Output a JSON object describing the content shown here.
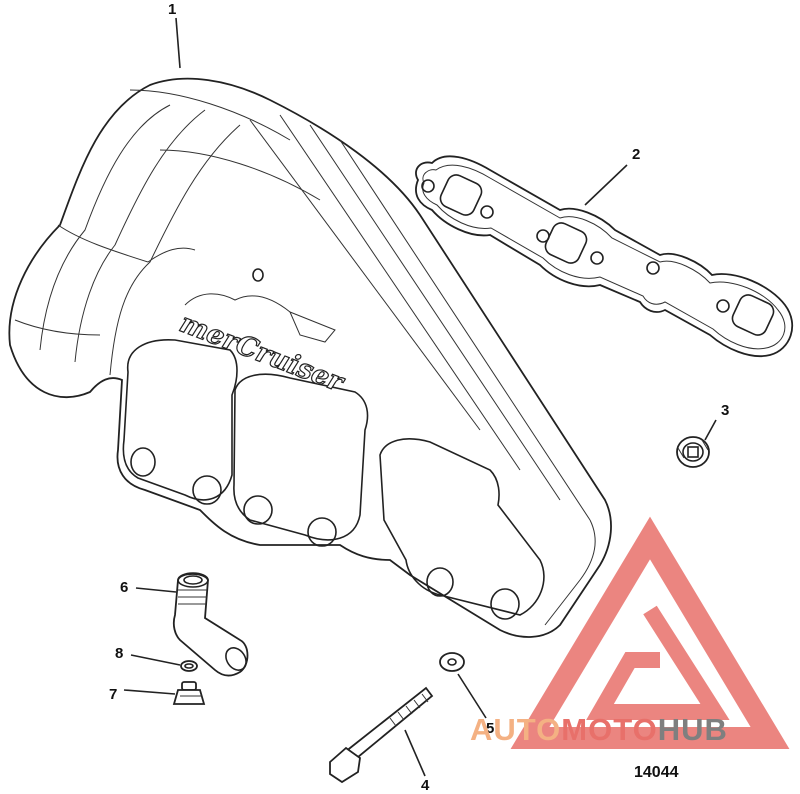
{
  "callouts": [
    {
      "id": "1",
      "part": "exhaust-manifold"
    },
    {
      "id": "2",
      "part": "manifold-gasket"
    },
    {
      "id": "3",
      "part": "pipe-plug"
    },
    {
      "id": "4",
      "part": "bolt"
    },
    {
      "id": "5",
      "part": "washer"
    },
    {
      "id": "6",
      "part": "elbow-fitting"
    },
    {
      "id": "7",
      "part": "drain-plug"
    },
    {
      "id": "8",
      "part": "o-ring"
    }
  ],
  "manifold_logo": "merCruiser",
  "figure_number": "14044",
  "watermark": {
    "part1": "AUTO",
    "part2": "MOTO",
    "part3": "HUB",
    "color_orange": "#f4b183",
    "color_red": "#e8706a",
    "color_gray": "#7f7f7f"
  }
}
